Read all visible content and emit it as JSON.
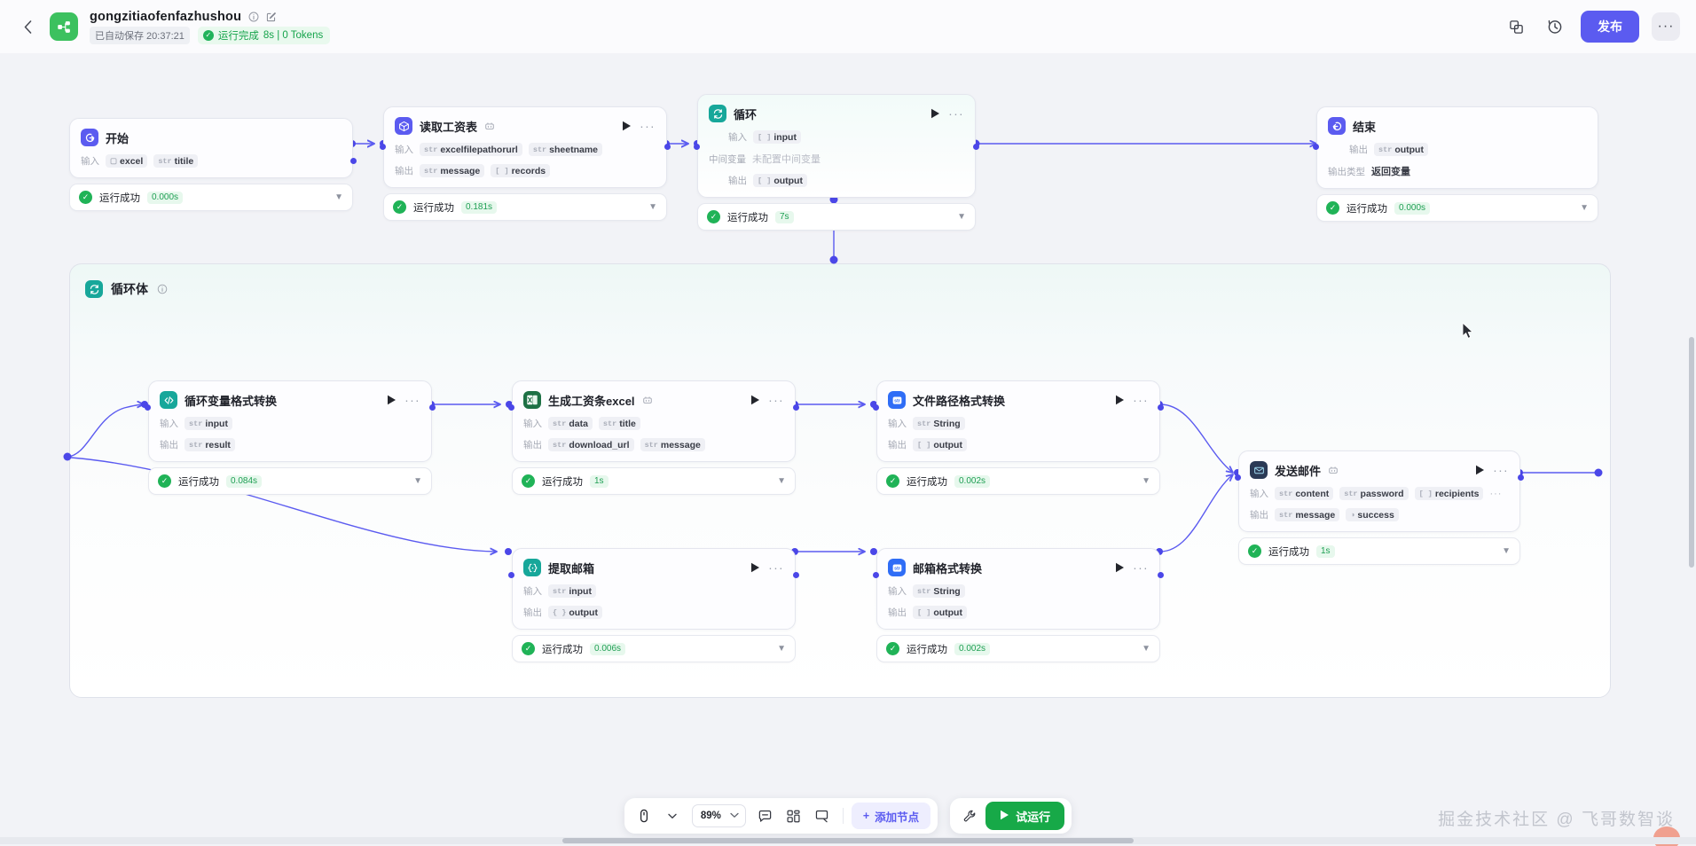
{
  "header": {
    "back_icon": "chevron-left-icon",
    "logo_icon": "workflow-logo-icon",
    "title": "gongzitiaofenfazhushou",
    "info_icon": "info-icon",
    "edit_icon": "edit-pencil-icon",
    "autosave_label": "已自动保存 20:37:21",
    "run_status": "运行完成",
    "run_detail": "8s | 0 Tokens",
    "duplicate_icon": "duplicate-icon",
    "history_icon": "history-clock-icon",
    "publish_label": "发布",
    "more_label": "···"
  },
  "loop_body": {
    "icon": "loop-icon",
    "title": "循环体",
    "info_icon": "info-icon"
  },
  "labels": {
    "input": "输入",
    "output": "输出",
    "mid_var": "中间变量",
    "output_type": "输出类型",
    "success": "运行成功"
  },
  "nodes": [
    {
      "id": "start",
      "title": "开始",
      "icon": "start-node-icon",
      "icon_color": "#5b5bf0",
      "has_play": false,
      "has_badge": false,
      "rows": [
        {
          "label": "输入",
          "chips": [
            {
              "type": "obj",
              "name": "excel"
            },
            {
              "type": "str",
              "name": "titile"
            }
          ]
        }
      ],
      "status": "运行成功",
      "time": "0.000s"
    },
    {
      "id": "read-payroll",
      "title": "读取工资表",
      "icon": "cube-node-icon",
      "icon_color": "#5b5bf0",
      "has_play": true,
      "has_badge": true,
      "rows": [
        {
          "label": "输入",
          "chips": [
            {
              "type": "str",
              "name": "excelfilepathorurl"
            },
            {
              "type": "str",
              "name": "sheetname"
            }
          ]
        },
        {
          "label": "输出",
          "chips": [
            {
              "type": "str",
              "name": "message"
            },
            {
              "type": "arr",
              "name": "records"
            }
          ]
        }
      ],
      "status": "运行成功",
      "time": "0.181s"
    },
    {
      "id": "loop",
      "title": "循环",
      "icon": "loop-icon",
      "icon_color": "#17a79a",
      "has_play": true,
      "has_badge": false,
      "rows": [
        {
          "label": "输入",
          "chips": [
            {
              "type": "arr",
              "name": "input"
            }
          ]
        },
        {
          "label": "中间变量",
          "plain": "未配置中间变量"
        },
        {
          "label": "输出",
          "chips": [
            {
              "type": "arr",
              "name": "output"
            }
          ]
        }
      ],
      "status": "运行成功",
      "time": "7s"
    },
    {
      "id": "end",
      "title": "结束",
      "icon": "end-node-icon",
      "icon_color": "#5b5bf0",
      "has_play": false,
      "has_badge": false,
      "rows": [
        {
          "label": "输出",
          "chips": [
            {
              "type": "str",
              "name": "output"
            }
          ]
        },
        {
          "label": "输出类型",
          "plain_dark": "返回变量"
        }
      ],
      "status": "运行成功",
      "time": "0.000s"
    },
    {
      "id": "loop-var-format",
      "title": "循环变量格式转换",
      "icon": "code-node-icon",
      "icon_color": "#17a79a",
      "has_play": true,
      "has_badge": false,
      "rows": [
        {
          "label": "输入",
          "chips": [
            {
              "type": "str",
              "name": "input"
            }
          ]
        },
        {
          "label": "输出",
          "chips": [
            {
              "type": "str",
              "name": "result"
            }
          ]
        }
      ],
      "status": "运行成功",
      "time": "0.084s"
    },
    {
      "id": "gen-payslip-excel",
      "title": "生成工资条excel",
      "icon": "excel-node-icon",
      "icon_color": "#1e7145",
      "has_play": true,
      "has_badge": true,
      "rows": [
        {
          "label": "输入",
          "chips": [
            {
              "type": "str",
              "name": "data"
            },
            {
              "type": "str",
              "name": "title"
            }
          ]
        },
        {
          "label": "输出",
          "chips": [
            {
              "type": "str",
              "name": "download_url"
            },
            {
              "type": "str",
              "name": "message"
            }
          ]
        }
      ],
      "status": "运行成功",
      "time": "1s"
    },
    {
      "id": "filepath-format",
      "title": "文件路径格式转换",
      "icon": "string-node-icon",
      "icon_color": "#2f6df6",
      "has_play": true,
      "has_badge": false,
      "rows": [
        {
          "label": "输入",
          "chips": [
            {
              "type": "str",
              "name": "String"
            }
          ]
        },
        {
          "label": "输出",
          "chips": [
            {
              "type": "arr",
              "name": "output"
            }
          ]
        }
      ],
      "status": "运行成功",
      "time": "0.002s"
    },
    {
      "id": "extract-email",
      "title": "提取邮箱",
      "icon": "json-node-icon",
      "icon_color": "#17a79a",
      "has_play": true,
      "has_badge": false,
      "rows": [
        {
          "label": "输入",
          "chips": [
            {
              "type": "str",
              "name": "input"
            }
          ]
        },
        {
          "label": "输出",
          "chips": [
            {
              "type": "obj",
              "name": "output"
            }
          ]
        }
      ],
      "status": "运行成功",
      "time": "0.006s"
    },
    {
      "id": "email-format",
      "title": "邮箱格式转换",
      "icon": "string-node-icon",
      "icon_color": "#2f6df6",
      "has_play": true,
      "has_badge": false,
      "rows": [
        {
          "label": "输入",
          "chips": [
            {
              "type": "str",
              "name": "String"
            }
          ]
        },
        {
          "label": "输出",
          "chips": [
            {
              "type": "arr",
              "name": "output"
            }
          ]
        }
      ],
      "status": "运行成功",
      "time": "0.002s"
    },
    {
      "id": "send-email",
      "title": "发送邮件",
      "icon": "mail-node-icon",
      "icon_color": "#2b3a55",
      "has_play": true,
      "has_badge": true,
      "rows": [
        {
          "label": "输入",
          "chips": [
            {
              "type": "str",
              "name": "content"
            },
            {
              "type": "str",
              "name": "password"
            },
            {
              "type": "arr",
              "name": "recipients"
            }
          ],
          "more": "···"
        },
        {
          "label": "输出",
          "chips": [
            {
              "type": "str",
              "name": "message"
            },
            {
              "type": "bool",
              "name": "success"
            }
          ]
        }
      ],
      "status": "运行成功",
      "time": "1s"
    }
  ],
  "toolbar": {
    "pointer_icon": "mouse-pointer-icon",
    "pointer_chevron": "chevron-down-icon",
    "zoom_level": "89%",
    "zoom_chevron": "chevron-down-icon",
    "comment_icon": "comment-icon",
    "layout_icon": "layout-grid-icon",
    "note_icon": "sticky-note-icon",
    "add_node_label": "添加节点",
    "add_node_plus": "+",
    "wrench_icon": "wrench-icon",
    "try_run_label": "试运行",
    "try_run_play": "play-icon"
  },
  "watermark": "掘金技术社区 @ 飞哥数智谈",
  "colors": {
    "accent": "#5b5bf0",
    "edge": "#5b5bf0",
    "success": "#20b357",
    "teal": "#17a79a",
    "canvas_bg": "#f2f3f7"
  }
}
